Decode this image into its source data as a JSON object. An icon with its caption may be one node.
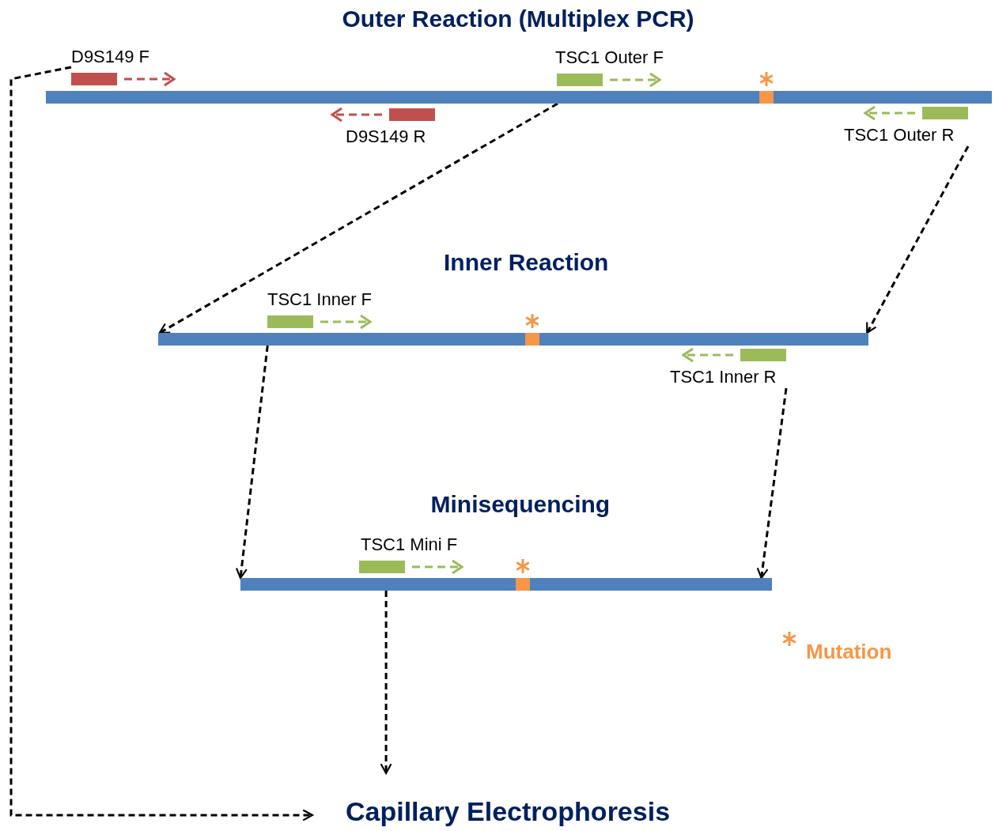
{
  "diagram": {
    "nodes": [
      {
        "text": [],
        "shape": "bar"
      },
      {
        "text": [
          "D9S149 F"
        ]
      },
      {
        "text": [
          "TSC1 Outer F"
        ]
      },
      {
        "text": [
          "D9S149 R"
        ]
      },
      {
        "text": [
          "TSC1 Outer R"
        ]
      },
      {
        "text": [],
        "shape": "bar"
      },
      {
        "text": [
          "TSC1 Inner F"
        ]
      },
      {
        "text": [
          "TSC1 Inner R"
        ]
      },
      {
        "text": [],
        "shape": "bar"
      },
      {
        "text": [
          "TSC1 Mini F"
        ]
      },
      {
        "text": [
          "Capillary Electrophoresis"
        ]
      }
    ],
    "edges": [
      {
        "from": 1,
        "to": 10,
        "arrow": "to",
        "style": "dashed"
      },
      {
        "from": 0,
        "to": 5,
        "arrow": "to",
        "style": "dashed"
      },
      {
        "from": 4,
        "to": 5,
        "arrow": "to",
        "style": "dashed"
      },
      {
        "from": 5,
        "to": 8,
        "arrow": "to",
        "style": "dashed"
      },
      {
        "from": 7,
        "to": 8,
        "arrow": "to",
        "style": "dashed"
      },
      {
        "from": 8,
        "to": 10,
        "arrow": "to",
        "style": "dashed"
      }
    ],
    "labels": [
      "Outer Reaction (Multiplex PCR)",
      "Inner Reaction",
      "Minisequencing"
    ],
    "legend": [
      {
        "text": "Mutation"
      }
    ]
  }
}
